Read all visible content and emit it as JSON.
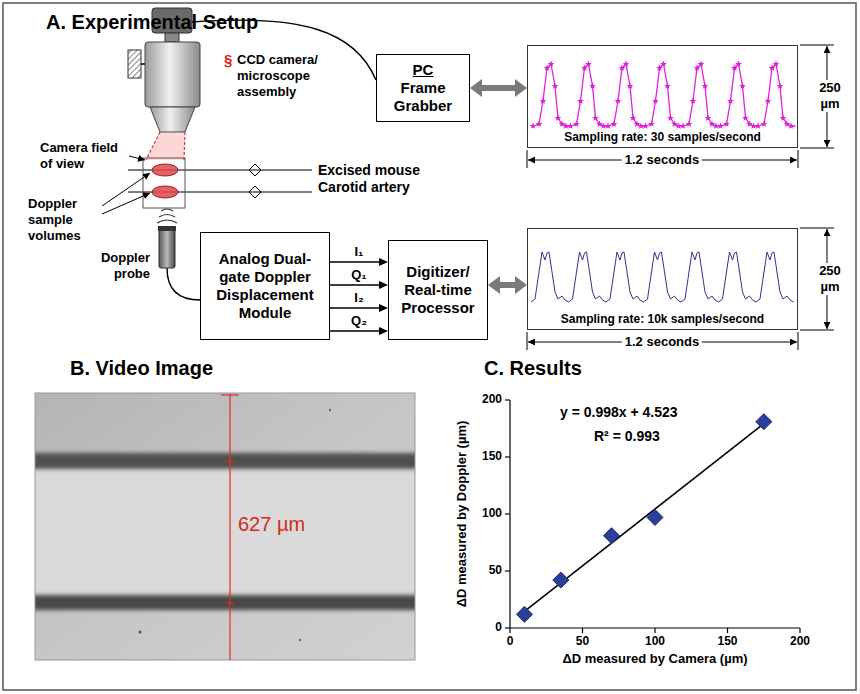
{
  "diagram": {
    "nodes": [
      {
        "text": [
          "PC",
          "Frame Grabber"
        ]
      },
      {
        "text": [
          "Sampling rate: 30 samples/second"
        ]
      },
      {
        "text": [
          "Analog Dual-gate Doppler Displacement Module"
        ]
      },
      {
        "text": [
          "Digitizer/ Real-time Processor"
        ]
      },
      {
        "text": [
          "Sampling rate: 10k samples/second"
        ]
      }
    ],
    "edges": [
      {
        "from": 0,
        "to": 1,
        "arrow": "both"
      },
      {
        "from": 2,
        "to": 3,
        "arrow": "to",
        "label": "I₁"
      },
      {
        "from": 2,
        "to": 3,
        "arrow": "to",
        "label": "Q₁"
      },
      {
        "from": 2,
        "to": 3,
        "arrow": "to",
        "label": "I₂"
      },
      {
        "from": 2,
        "to": 3,
        "arrow": "to",
        "label": "Q₂"
      },
      {
        "from": 3,
        "to": 4,
        "arrow": "both"
      }
    ],
    "labels": [
      "A. Experimental Setup",
      "§",
      "CCD camera/ microscope assembly",
      "Camera field of view",
      "Excised mouse Carotid artery",
      "Doppler sample volumes",
      "Doppler probe",
      "250 µm",
      "1.2 seconds",
      "250 µm",
      "1.2 seconds",
      "B. Video Image",
      "627 µm",
      "C. Results",
      "y = 0.998x + 4.523",
      "R² = 0.993",
      "ΔD measured by Doppler (µm)",
      "ΔD measured by Camera (µm)",
      "200",
      "150",
      "100",
      "50",
      "0",
      "0",
      "50",
      "100",
      "150",
      "200"
    ]
  }
}
